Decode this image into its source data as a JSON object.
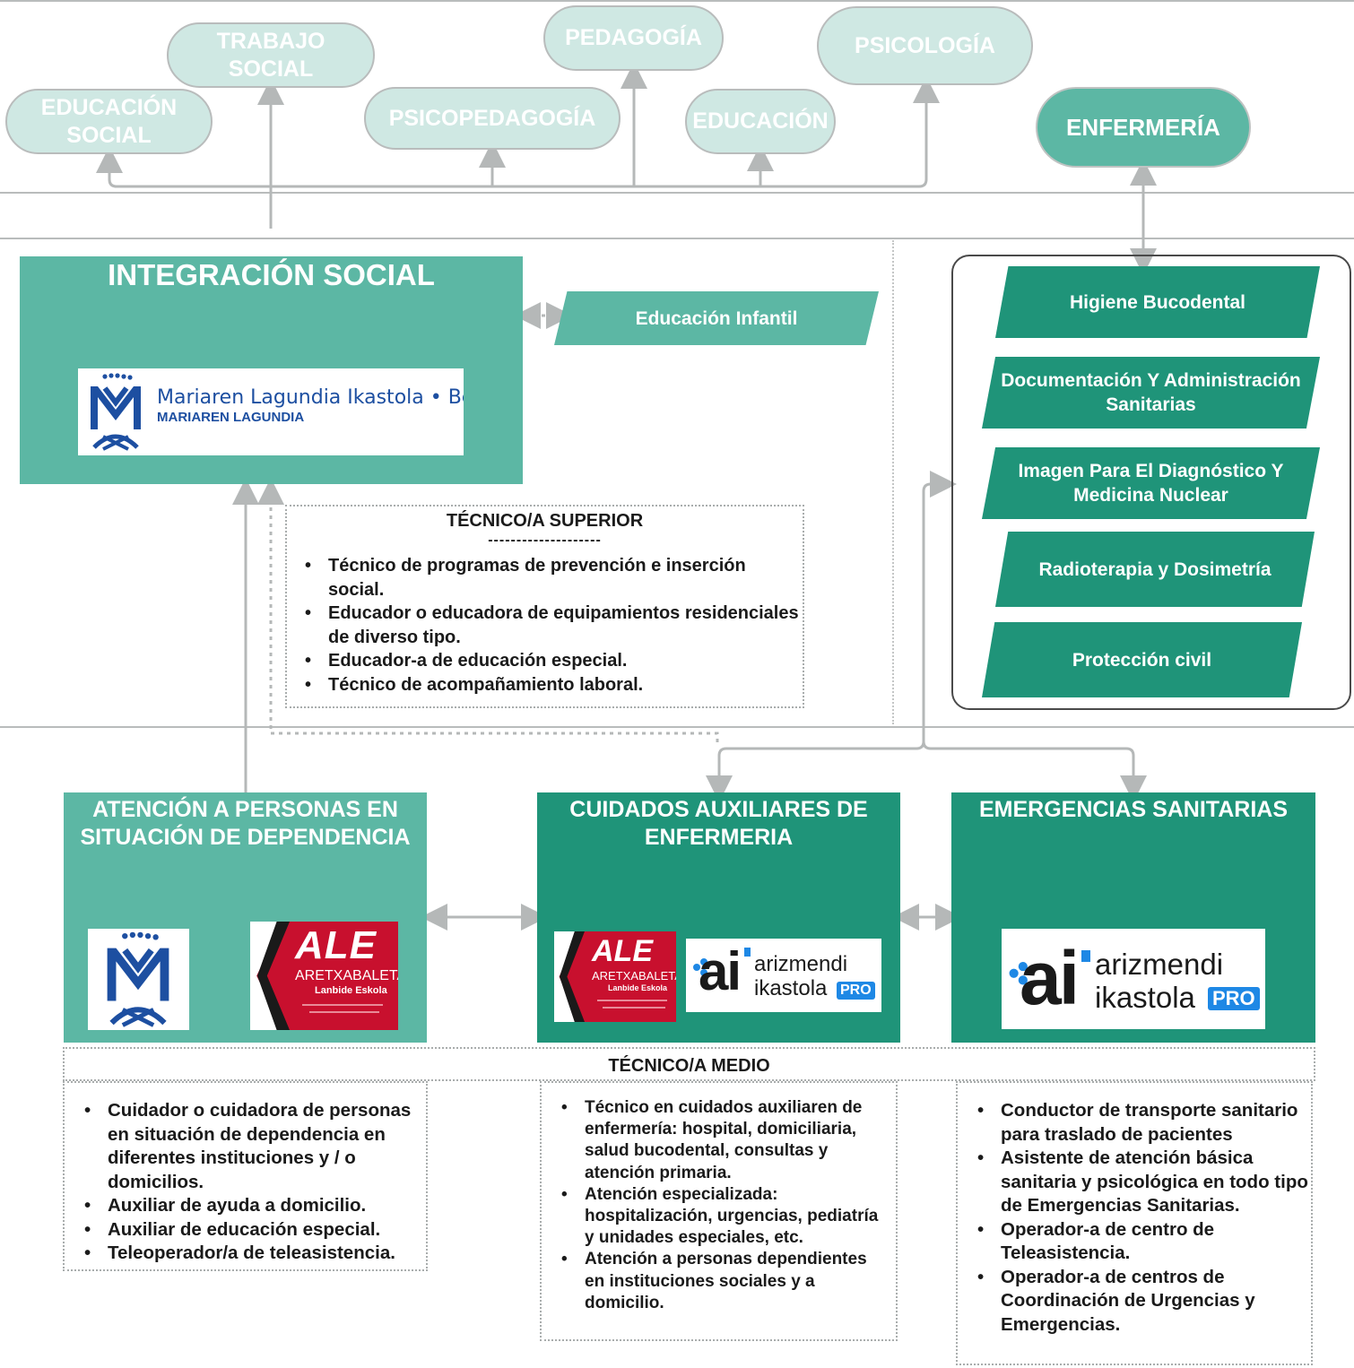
{
  "top_pills": [
    {
      "label": "EDUCACIÓN\nSOCIAL"
    },
    {
      "label": "TRABAJO\nSOCIAL"
    },
    {
      "label": "PSICOPEDAGOGÍA"
    },
    {
      "label": "PEDAGOGÍA"
    },
    {
      "label": "EDUCACIÓN"
    },
    {
      "label": "PSICOLOGÍA"
    },
    {
      "label": "ENFERMERÍA"
    }
  ],
  "integracion": {
    "title": "INTEGRACIÓN SOCIAL",
    "logo_line1": "Mariaren Lagundia Ikastola • Bergara",
    "logo_line2": "MARIAREN LAGUNDIA"
  },
  "educacion_infantil": "Educación Infantil",
  "sanitarios": [
    {
      "label": "Higiene Bucodental"
    },
    {
      "label": "Documentación Y Administración\nSanitarias"
    },
    {
      "label": "Imagen Para El Diagnóstico Y\nMedicina Nuclear"
    },
    {
      "label": "Radioterapia y Dosimetría"
    },
    {
      "label": "Protección civil"
    }
  ],
  "superior": {
    "title": "TÉCNICO/A SUPERIOR",
    "separator": "--------------------",
    "items": [
      "Técnico de programas de prevención e inserción social.",
      "Educador o educadora de equipamientos residenciales de diverso tipo.",
      "Educador-a de educación especial.",
      "Técnico de acompañamiento laboral."
    ]
  },
  "medio_boxes": [
    {
      "title": "ATENCIÓN A PERSONAS EN\nSITUACIÓN DE DEPENDENCIA"
    },
    {
      "title": "CUIDADOS AUXILIARES DE\nENFERMERIA"
    },
    {
      "title": "EMERGENCIAS SANITARIAS"
    }
  ],
  "logos": {
    "ale_big": "ALE",
    "ale_name": "ARETXABALETA",
    "ale_sub": "Lanbide Eskola",
    "ai_letters": "ai",
    "ai_line1": "arizmendi",
    "ai_line2": "ikastola",
    "ai_pro": "PRO"
  },
  "medio": {
    "title": "TÉCNICO/A MEDIO",
    "col1": [
      "Cuidador o cuidadora de personas en situación de dependencia en diferentes instituciones y / o domicilios.",
      "Auxiliar de ayuda a domicilio.",
      "Auxiliar de educación especial.",
      "Teleoperador/a de teleasistencia."
    ],
    "col2": [
      "Técnico en cuidados auxiliaren de enfermería: hospital, domiciliaria, salud bucodental, consultas y atención primaria.",
      "Atención especializada: hospitalización, urgencias, pediatría y unidades especiales, etc.",
      "Atención a personas dependientes en instituciones sociales y a domicilio."
    ],
    "col3": [
      "Conductor de transporte sanitario para traslado de pacientes",
      "Asistente de atención básica sanitaria y psicológica en todo tipo de Emergencias Sanitarias.",
      "Operador-a de centro de Teleasistencia.",
      "Operador-a de centros de Coordinación de Urgencias y Emergencias."
    ]
  },
  "colors": {
    "light_teal": "#5cb7a4",
    "dark_teal": "#1f9479",
    "pale_teal": "#cfe8e3",
    "ale_red": "#c8102e",
    "ai_blue": "#1e88e5"
  }
}
